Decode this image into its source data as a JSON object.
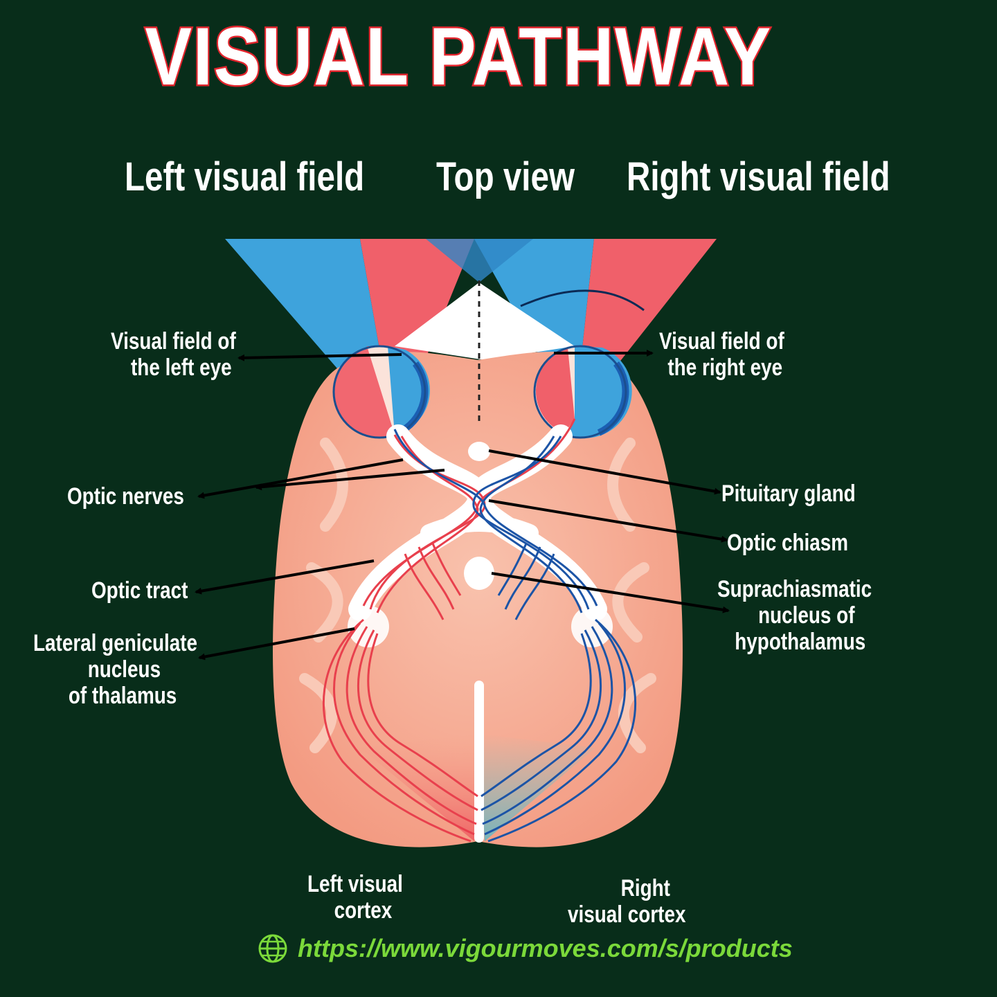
{
  "title": "VISUAL  PATHWAY",
  "headings": {
    "left_field": "Left visual field",
    "top_view": "Top view",
    "right_field": "Right visual field"
  },
  "labels": {
    "vf_left_eye": [
      "Visual field of",
      "the left eye"
    ],
    "vf_right_eye": [
      "Visual field of",
      "the right eye"
    ],
    "optic_nerves": "Optic nerves",
    "pituitary": "Pituitary gland",
    "optic_chiasm": "Optic chiasm",
    "optic_tract": "Optic tract",
    "scn": [
      "Suprachiasmatic",
      "nucleus of",
      "hypothalamus"
    ],
    "lgn": [
      "Lateral geniculate",
      "nucleus",
      "of thalamus"
    ],
    "left_cortex": [
      "Left visual",
      "cortex"
    ],
    "right_cortex": [
      "Right",
      "visual cortex"
    ]
  },
  "footer": {
    "url": "https://www.vigourmoves.com/s/products",
    "icon": "globe-icon"
  },
  "colors": {
    "background": "#082d1a",
    "title_outline": "#e3262e",
    "left_field": "#f0606a",
    "right_field": "#3ea3dc",
    "brain": "#f6a58c",
    "url": "#7bd93a"
  }
}
